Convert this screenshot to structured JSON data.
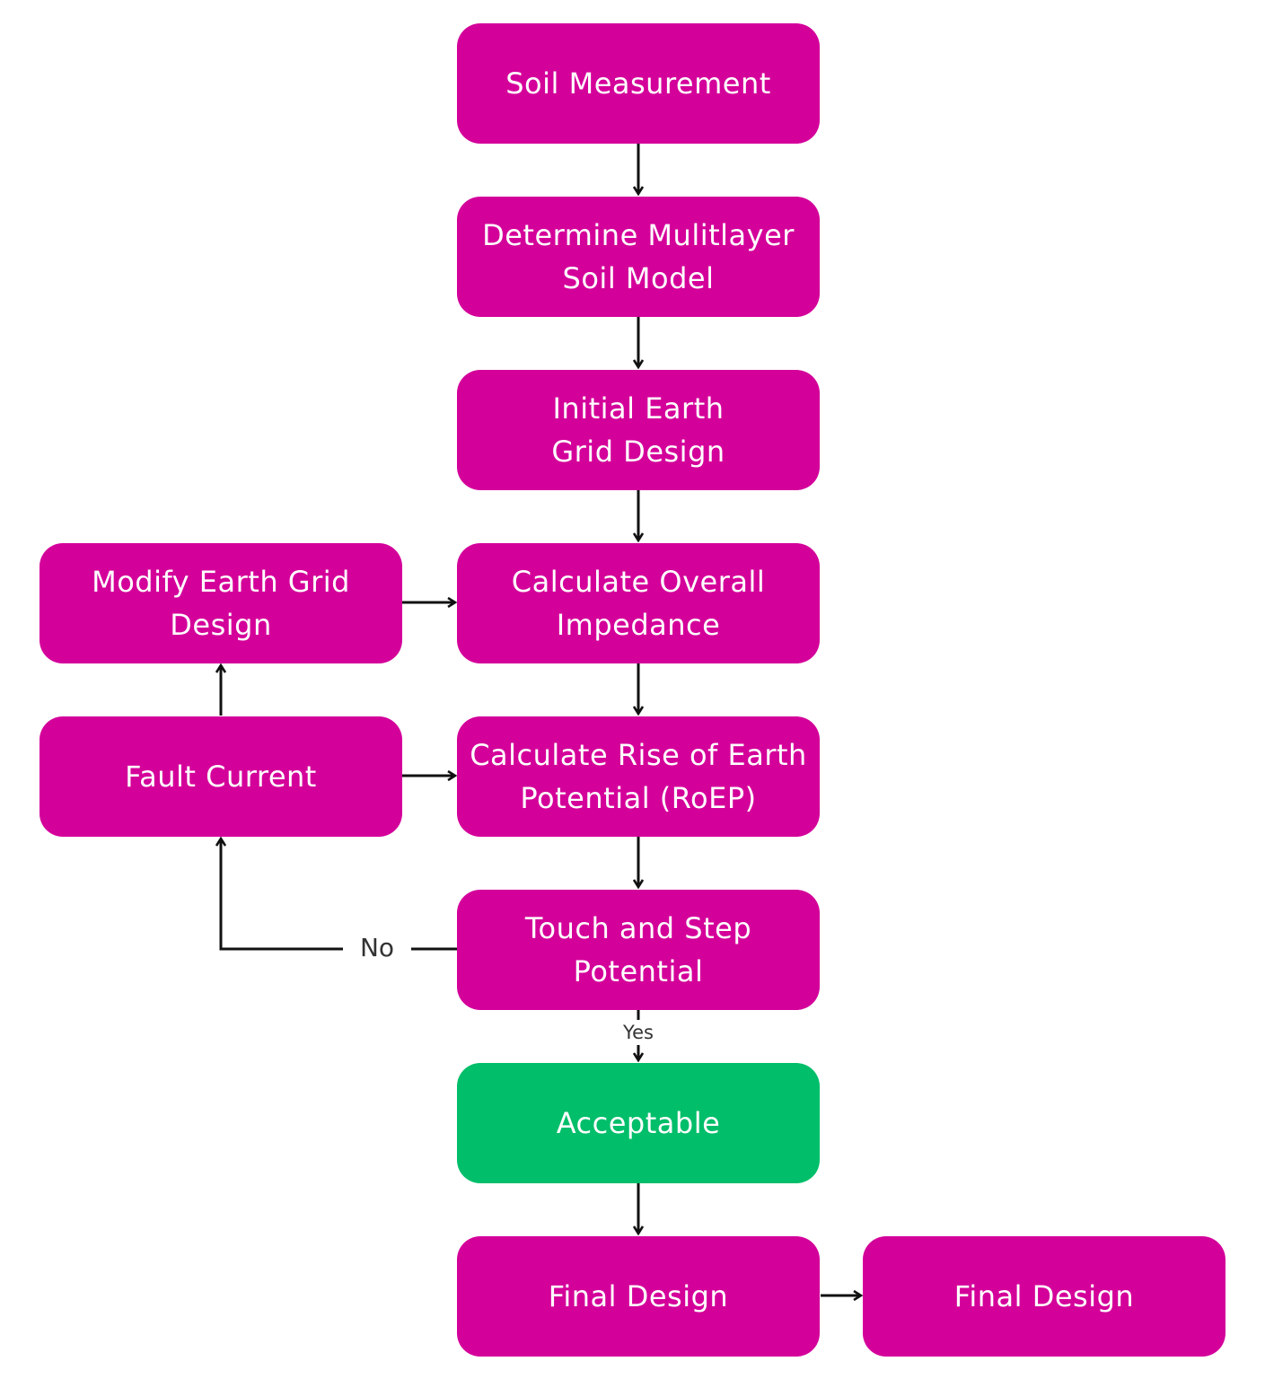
{
  "colors": {
    "process": "#D4009A",
    "accept": "#00BE69",
    "arrow": "#111111",
    "text": "#FFFFFF"
  },
  "nodes": {
    "soil_measurement": {
      "lines": [
        "Soil Measurement"
      ]
    },
    "soil_model": {
      "lines": [
        "Determine Mulitlayer",
        "Soil Model"
      ]
    },
    "initial_grid": {
      "lines": [
        "Initial Earth",
        "Grid Design"
      ]
    },
    "overall_impedance": {
      "lines": [
        "Calculate Overall",
        "Impedance"
      ]
    },
    "roep": {
      "lines": [
        "Calculate Rise of Earth",
        "Potential (RoEP)"
      ]
    },
    "touch_step": {
      "lines": [
        "Touch and Step",
        "Potential"
      ]
    },
    "acceptable": {
      "lines": [
        "Acceptable"
      ]
    },
    "final_design": {
      "lines": [
        "Final Design"
      ]
    },
    "final_design_2": {
      "lines": [
        "Final Design"
      ]
    },
    "modify_grid": {
      "lines": [
        "Modify Earth Grid",
        "Design"
      ]
    },
    "fault_current": {
      "lines": [
        "Fault Current"
      ]
    }
  },
  "edges": {
    "no_label": "No",
    "yes_label": "Yes"
  }
}
